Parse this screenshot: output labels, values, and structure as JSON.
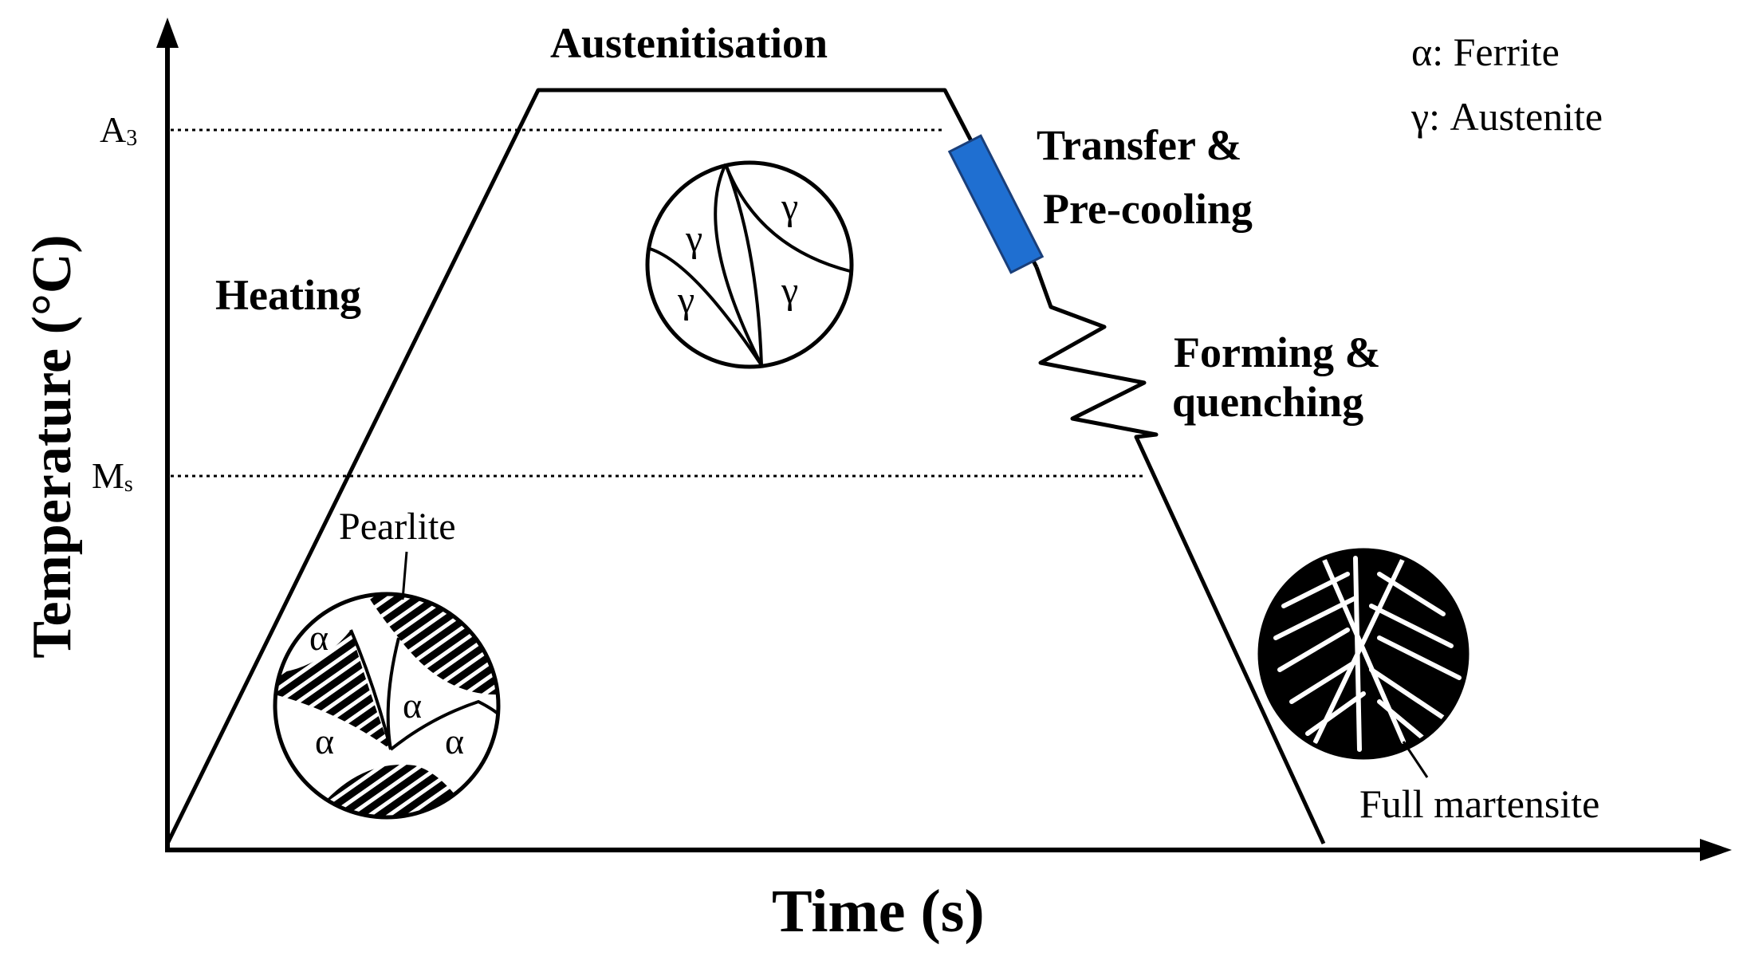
{
  "axes": {
    "y_label": "Temperature (°C)",
    "x_label": "Time (s)",
    "y_ticks": {
      "a3_main": "A",
      "a3_sub": "3",
      "ms_main": "M",
      "ms_sub": "s"
    }
  },
  "stages": {
    "heating": "Heating",
    "austenitisation": "Austenitisation",
    "transfer_line1": "Transfer &",
    "transfer_line2": "Pre-cooling",
    "forming_line1": "Forming &",
    "forming_line2": "quenching"
  },
  "legend": {
    "ferrite": "α: Ferrite",
    "austenite": "γ: Austenite"
  },
  "microstructures": {
    "pearlite_label": "Pearlite",
    "ferrite_symbol": "α",
    "austenite_symbol": "γ",
    "martensite_label": "Full martensite"
  },
  "colors": {
    "line": "#000000",
    "transfer_bar": "#1f6fd1",
    "transfer_bar_stroke": "#1a3f7a"
  }
}
